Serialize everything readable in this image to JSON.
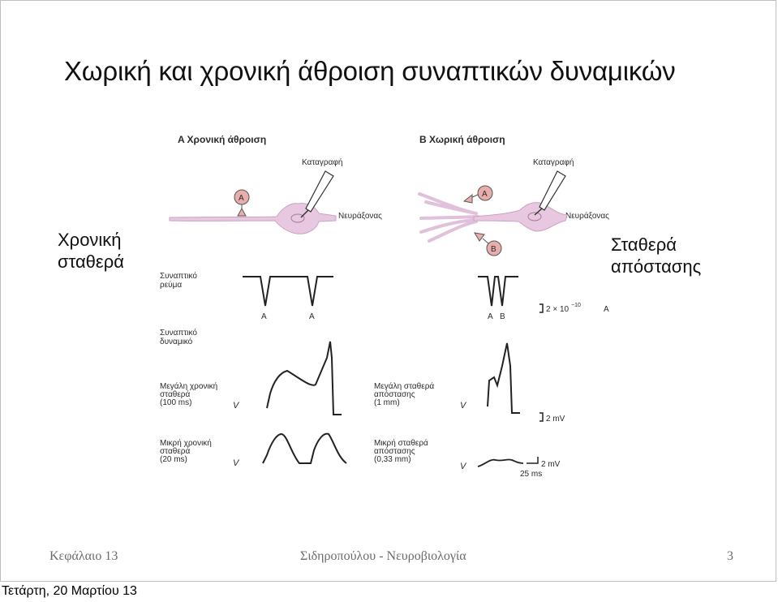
{
  "slide": {
    "title": "Χωρική και χρονική άθροιση συναπτικών δυναμικών",
    "left_caption": [
      "Χρονική",
      "σταθερά"
    ],
    "right_caption": [
      "Σταθερά",
      "απόστασης"
    ],
    "footer": {
      "chapter": "Κεφάλαιο 13",
      "author_course": "Σιδηροπούλου - Νευροβιολογία",
      "page_number": "3"
    }
  },
  "date_text": "Τετάρτη, 20 Μαρτίου 13",
  "figure": {
    "panel_a": {
      "heading": "A  Χρονική άθροιση",
      "recording": "Καταγραφή",
      "axon": "Νευράξονας",
      "synapse": "A",
      "current_label": [
        "Συναπτικό",
        "ρεύμα"
      ],
      "current_marks": [
        "A",
        "A"
      ],
      "potential_label": [
        "Συναπτικό",
        "δυναμικό"
      ],
      "large": [
        "Μεγάλη χρονική",
        "σταθερά",
        "(100 ms)"
      ],
      "small": [
        "Μικρή χρονική",
        "σταθερά",
        "(20 ms)"
      ],
      "vm": "V"
    },
    "panel_b": {
      "heading": "B  Χωρική άθροιση",
      "recording": "Καταγραφή",
      "axon": "Νευράξονας",
      "synapse_a": "A",
      "synapse_b": "B",
      "current_marks": [
        "A",
        "B"
      ],
      "current_scale": "2 × 10",
      "current_scale_exp": "−10",
      "current_scale_unit": "A",
      "large": [
        "Μεγάλη σταθερά",
        "απόστασης",
        "(1 mm)"
      ],
      "small": [
        "Μικρή σταθερά",
        "απόστασης",
        "(0,33 mm)"
      ],
      "vm": "V",
      "voltage_scale": "2 mV",
      "time_scale": "25 ms"
    },
    "colors": {
      "cell": "#e8c8e0",
      "synapse": "#e8aeae",
      "trace": "#222222"
    }
  }
}
